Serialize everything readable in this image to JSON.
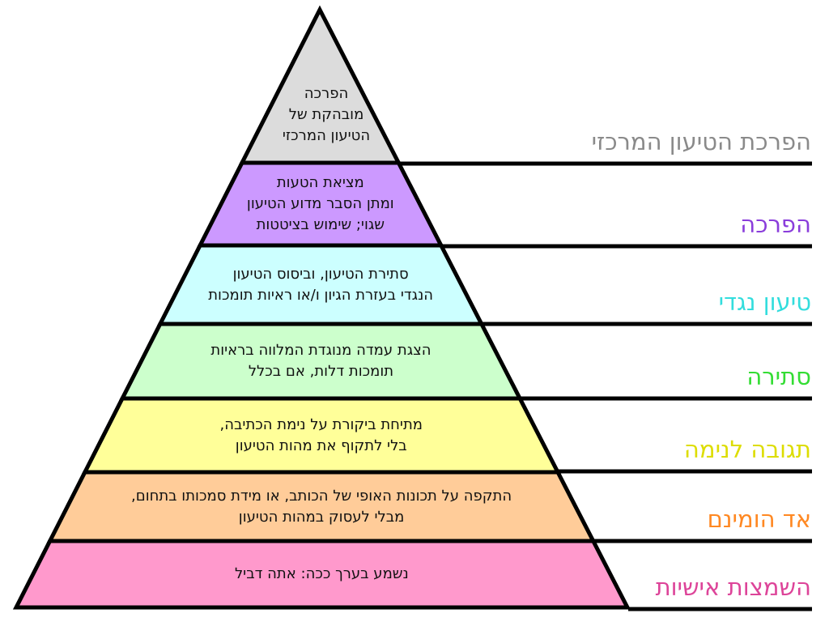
{
  "title_hint": "",
  "levels": [
    {
      "label": "הפרכת הטיעון המרכזי",
      "lines": [
        "הפרכה",
        "מובהקת של",
        "הטיעון המרכזי"
      ],
      "fill": "#dcdcdc",
      "label_color": "#8a8a8a"
    },
    {
      "label": "הפרכה",
      "lines": [
        "מציאת הטעות",
        "ומתן הסבר מדוע הטיעון",
        "שגוי; שימוש בציטטות"
      ],
      "fill": "#cc99ff",
      "label_color": "#8a3ddb"
    },
    {
      "label": "טיעון נגדי",
      "lines": [
        "סתירת הטיעון, וביסוס הטיעון",
        "הנגדי בעזרת הגיון ו/או ראיות תומכות"
      ],
      "fill": "#ccffff",
      "label_color": "#33dddd"
    },
    {
      "label": "סתירה",
      "lines": [
        "הצגת עמדה מנוגדת המלווה בראיות",
        "תומכות דלות, אם בכלל"
      ],
      "fill": "#ccffcc",
      "label_color": "#33dd33"
    },
    {
      "label": "תגובה לנימה",
      "lines": [
        "מתיחת ביקורת על נימת הכתיבה,",
        "בלי לתקוף את מהות הטיעון"
      ],
      "fill": "#ffff99",
      "label_color": "#dddd00"
    },
    {
      "label": "אד הומינם",
      "lines": [
        "התקפה על תכונות האופי של הכותב, או מידת סמכותו בתחום,",
        "מבלי לעסוק במהות הטיעון"
      ],
      "fill": "#ffcc99",
      "label_color": "#ff8822"
    },
    {
      "label": "השמצות אישיות",
      "lines": [
        "נשמע בערך ככה: אתה דביל"
      ],
      "fill": "#ff99cc",
      "label_color": "#dd4499"
    }
  ]
}
